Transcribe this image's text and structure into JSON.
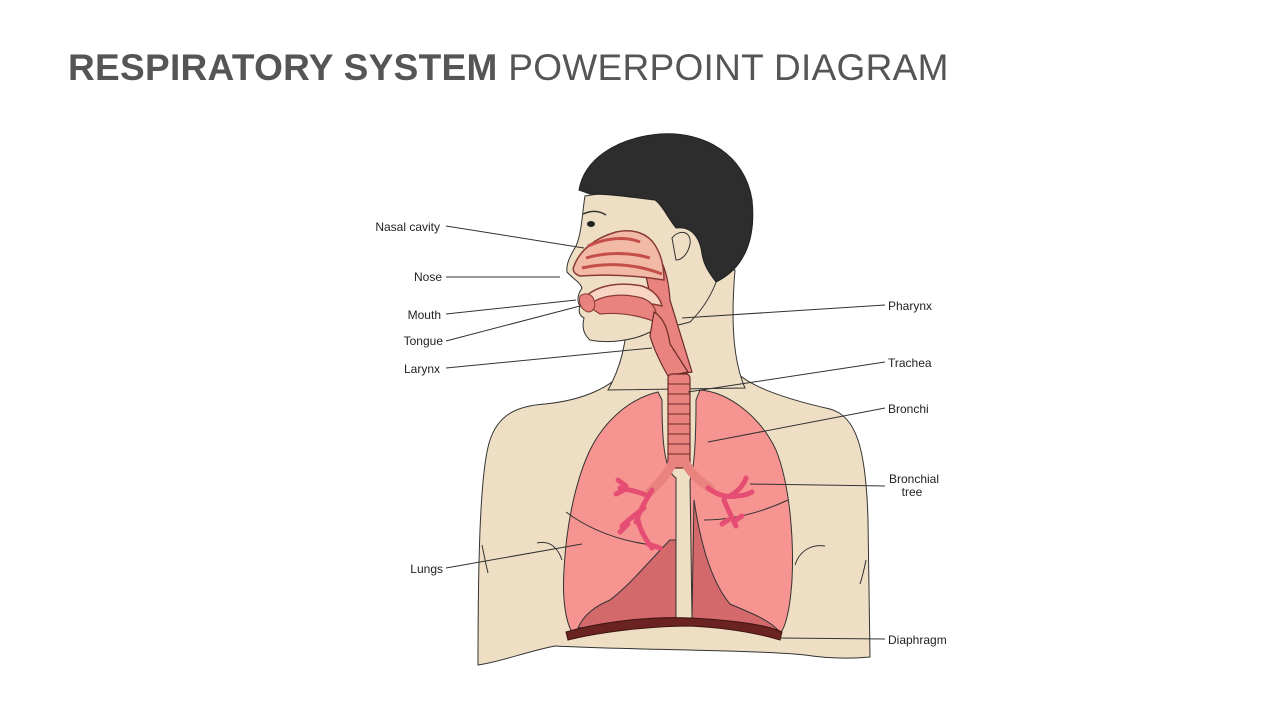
{
  "title": {
    "bold": "RESPIRATORY SYSTEM",
    "light": "POWERPOINT DIAGRAM"
  },
  "labels": {
    "nasal_cavity": "Nasal cavity",
    "nose": "Nose",
    "mouth": "Mouth",
    "tongue": "Tongue",
    "larynx": "Larynx",
    "lungs": "Lungs",
    "pharynx": "Pharynx",
    "trachea": "Trachea",
    "bronchi": "Bronchi",
    "bronchial_tree_line1": "Bronchial",
    "bronchial_tree_line2": "tree",
    "diaphragm": "Diaphragm"
  },
  "colors": {
    "skin": "#eedfc4",
    "hair": "#2d2d2d",
    "lung": "#f59490",
    "lung_dark": "#d4696b",
    "airway": "#e8837f",
    "diaphragm": "#6a2320",
    "bronchial_tree": "#e54e72",
    "outline": "#333333"
  }
}
